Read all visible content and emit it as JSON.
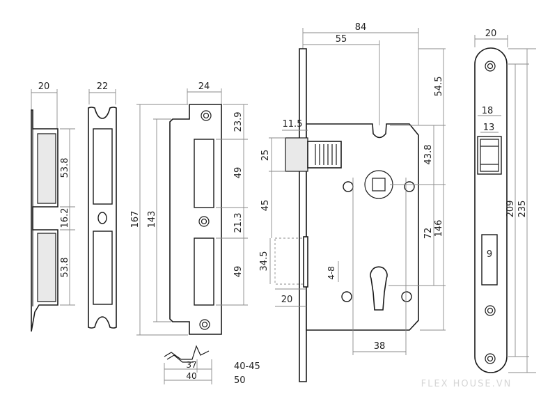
{
  "keeper_side": {
    "width": "20",
    "upper_slot": "53.8",
    "gap": "16.2",
    "lower_slot": "53.8"
  },
  "keeper_front": {
    "width": "22"
  },
  "strike_plate": {
    "width": "24",
    "total_height": "167",
    "hole_span": "143",
    "top_offset": "23.9",
    "upper_slot": "49",
    "middle": "21.3",
    "lower_slot": "49"
  },
  "door_range": {
    "dim_37": "37",
    "dim_40": "40",
    "range_1": "40-45",
    "range_2": "50"
  },
  "lock_body": {
    "total_depth": "84",
    "backset": "55",
    "latch_offset": "11.5",
    "latch_height": "25",
    "latch_to_spindle": "45",
    "bolt_height": "34.5",
    "bolt_throw": "20",
    "bolt_label": "4-8",
    "cylinder_spacing": "38",
    "top_to_spindle": "43.8",
    "spindle_to_cylinder": "72",
    "case_height": "146",
    "top_offset": "54.5"
  },
  "faceplate": {
    "width": "20",
    "latch_width": "18",
    "latch_inner": "13",
    "case_height": "209",
    "total_height": "235",
    "bolt_width": "9"
  },
  "watermark": "FLEX HOUSE.VN"
}
